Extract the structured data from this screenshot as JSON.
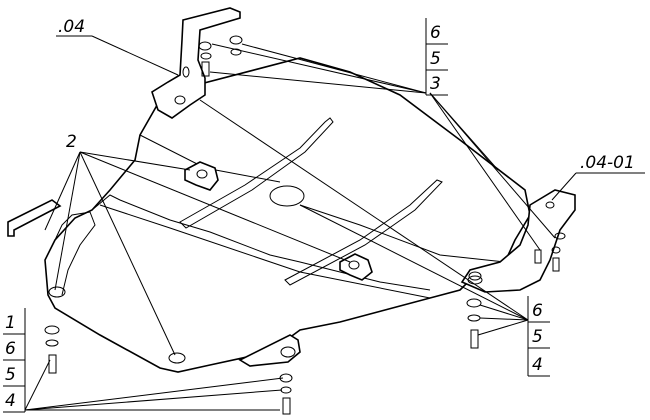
{
  "labels": {
    "top_part": ".04",
    "right_part": ".04-01",
    "bracket_callout": "2",
    "stack_top_right": [
      "6",
      "5",
      "3"
    ],
    "stack_bottom_right": [
      "6",
      "5",
      "4"
    ],
    "stack_bottom_left": [
      "1",
      "6",
      "5",
      "4"
    ]
  }
}
